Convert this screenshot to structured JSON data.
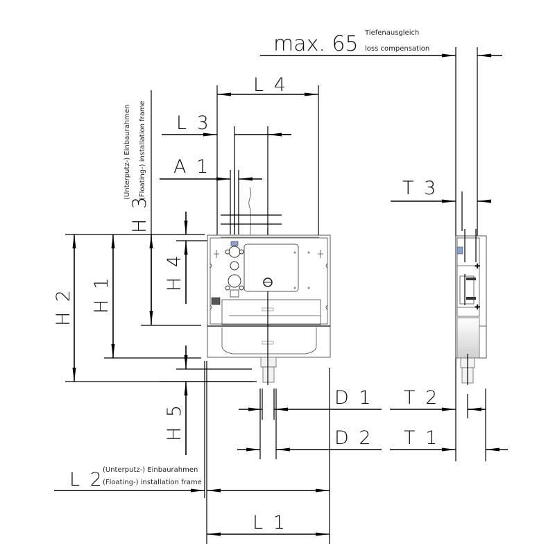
{
  "drawing": {
    "type": "technical dimension drawing",
    "views": [
      "front view",
      "side view"
    ]
  },
  "top_note": {
    "value": "max. 65",
    "line1": "Tiefenausgleich",
    "line2": "loss compensation"
  },
  "h3_note": {
    "label": "H 3",
    "line1": "(Unterputz-) Einbaurahmen",
    "line2": "(Floating-) installation frame"
  },
  "l2_note": {
    "label": "L 2",
    "line1": "(Unterputz-) Einbaurahmen",
    "line2": "(Floating-) installation frame"
  },
  "dimensions": {
    "L1": "L 1",
    "L3": "L 3",
    "L4": "L 4",
    "A1": "A 1",
    "H1": "H 1",
    "H2": "H 2",
    "H4": "H 4",
    "H5": "H 5",
    "D1": "D 1",
    "D2": "D 2",
    "T1": "T 1",
    "T2": "T 2",
    "T3": "T 3"
  }
}
